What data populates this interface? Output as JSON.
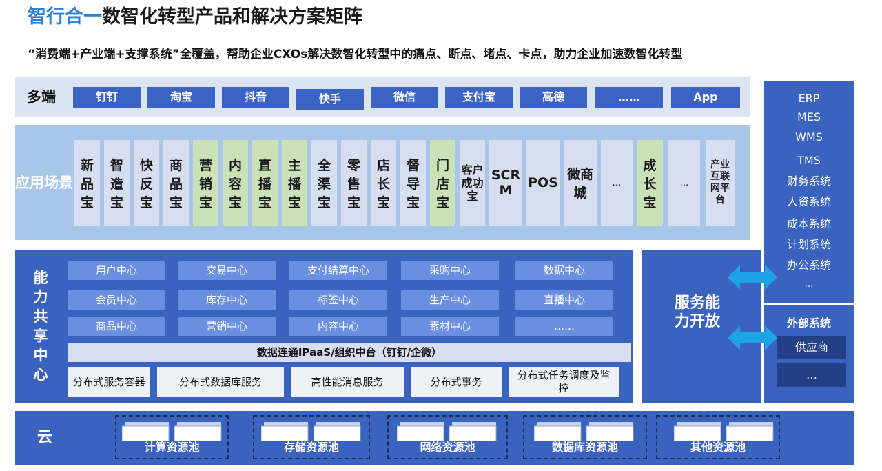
{
  "title": {
    "highlight": "智行合一",
    "rest": "数智化转型产品和解决方案矩阵"
  },
  "subtitle": "“消费端+产业端+支撑系统”全覆盖，帮助企业CXOs解决数智化转型中的痛点、断点、堵点、卡点，助力企业加速数智化转型",
  "multi_end": {
    "label": "多端",
    "items": [
      "钉钉",
      "淘宝",
      "抖音",
      "快手",
      "微信",
      "支付宝",
      "高德",
      "……",
      "App"
    ]
  },
  "app_scenarios": {
    "label": "应用场景",
    "items": [
      "新品宝",
      "智造宝",
      "快反宝",
      "商品宝",
      "营销宝",
      "内容宝",
      "直播宝",
      "主播宝",
      "全渠宝",
      "零售宝",
      "店长宝",
      "督导宝",
      "门店宝",
      "客户成功宝",
      "SCRM",
      "POS",
      "微商城",
      "…",
      "成长宝",
      "…",
      "产业互联网平台"
    ]
  },
  "capability_center": {
    "label": "能力共享中心",
    "rows": [
      [
        "用户中心",
        "交易中心",
        "支付结算中心",
        "采购中心",
        "数据中心"
      ],
      [
        "会员中心",
        "库存中心",
        "标签中心",
        "生产中心",
        "直播中心"
      ],
      [
        "商品中心",
        "营销中心",
        "内容中心",
        "素材中心",
        "……"
      ]
    ],
    "ipaas": "数据连通IPaaS/组织中台（钉钉/企微）",
    "distributed": [
      "分布式服务容器",
      "分布式数据库服务",
      "高性能消息服务",
      "分布式事务",
      "分布式任务调度及监控"
    ]
  },
  "service_open": {
    "label": "服务能力开放"
  },
  "systems": [
    "ERP",
    "MES",
    "WMS",
    "TMS",
    "财务系统",
    "人资系统",
    "成本系统",
    "计划系统",
    "办公系统",
    "…"
  ],
  "external": {
    "title": "外部系统",
    "items": [
      "供应商",
      "…"
    ]
  },
  "cloud": {
    "label": "云",
    "pools": [
      "计算资源池",
      "存储资源池",
      "网络资源池",
      "数据库资源池",
      "其他资源池"
    ]
  },
  "colors": {
    "accent": "#2c7fd6",
    "band_blue": "#3a63c0",
    "chip_blue": "#3b63c4",
    "light_blue": "#a7c6e8",
    "green": "#cbe2b8",
    "arrow": "#1fa3e8"
  }
}
